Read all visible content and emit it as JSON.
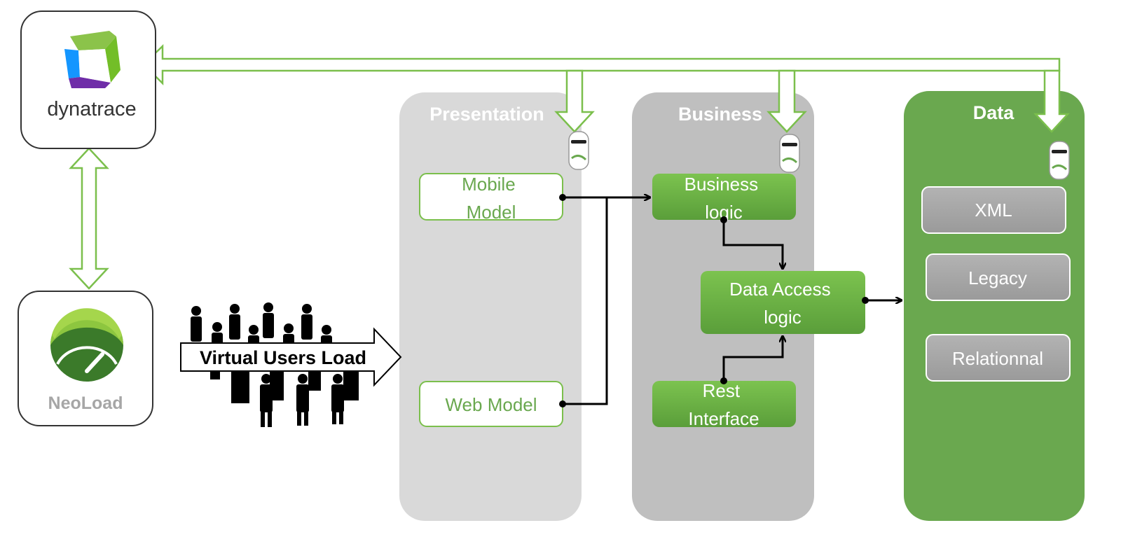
{
  "logos": {
    "dynatrace": {
      "text": "dynatrace"
    },
    "neoload": {
      "text": "NeoLoad"
    }
  },
  "load_arrow": {
    "text": "Virtual Users Load"
  },
  "tiers": {
    "presentation": {
      "title": "Presentation",
      "components": {
        "mobile_model": "Mobile Model",
        "web_model": "Web Model"
      }
    },
    "business": {
      "title": "Business",
      "components": {
        "business_logic": "Business logic",
        "data_access_logic": "Data Access logic",
        "rest_interface": "Rest Interface"
      }
    },
    "data": {
      "title": "Data",
      "components": {
        "xml": "XML",
        "legacy": "Legacy",
        "relational": "Relationnal"
      }
    }
  },
  "colors": {
    "green": "#6aa84f",
    "green_light": "#7bbf4c",
    "green_dark": "#3f7d2e",
    "panel_presentation": "#d9d9d9",
    "panel_business": "#bfbfbf",
    "data_box": "#a6a6a6",
    "dynatrace_green": "#8bc34a",
    "dynatrace_blue": "#1496ff",
    "dynatrace_purple": "#6f2da8"
  },
  "icons": [
    "dynatrace-logo-icon",
    "neoload-gauge-icon",
    "agent-icon",
    "crowd-icon"
  ]
}
